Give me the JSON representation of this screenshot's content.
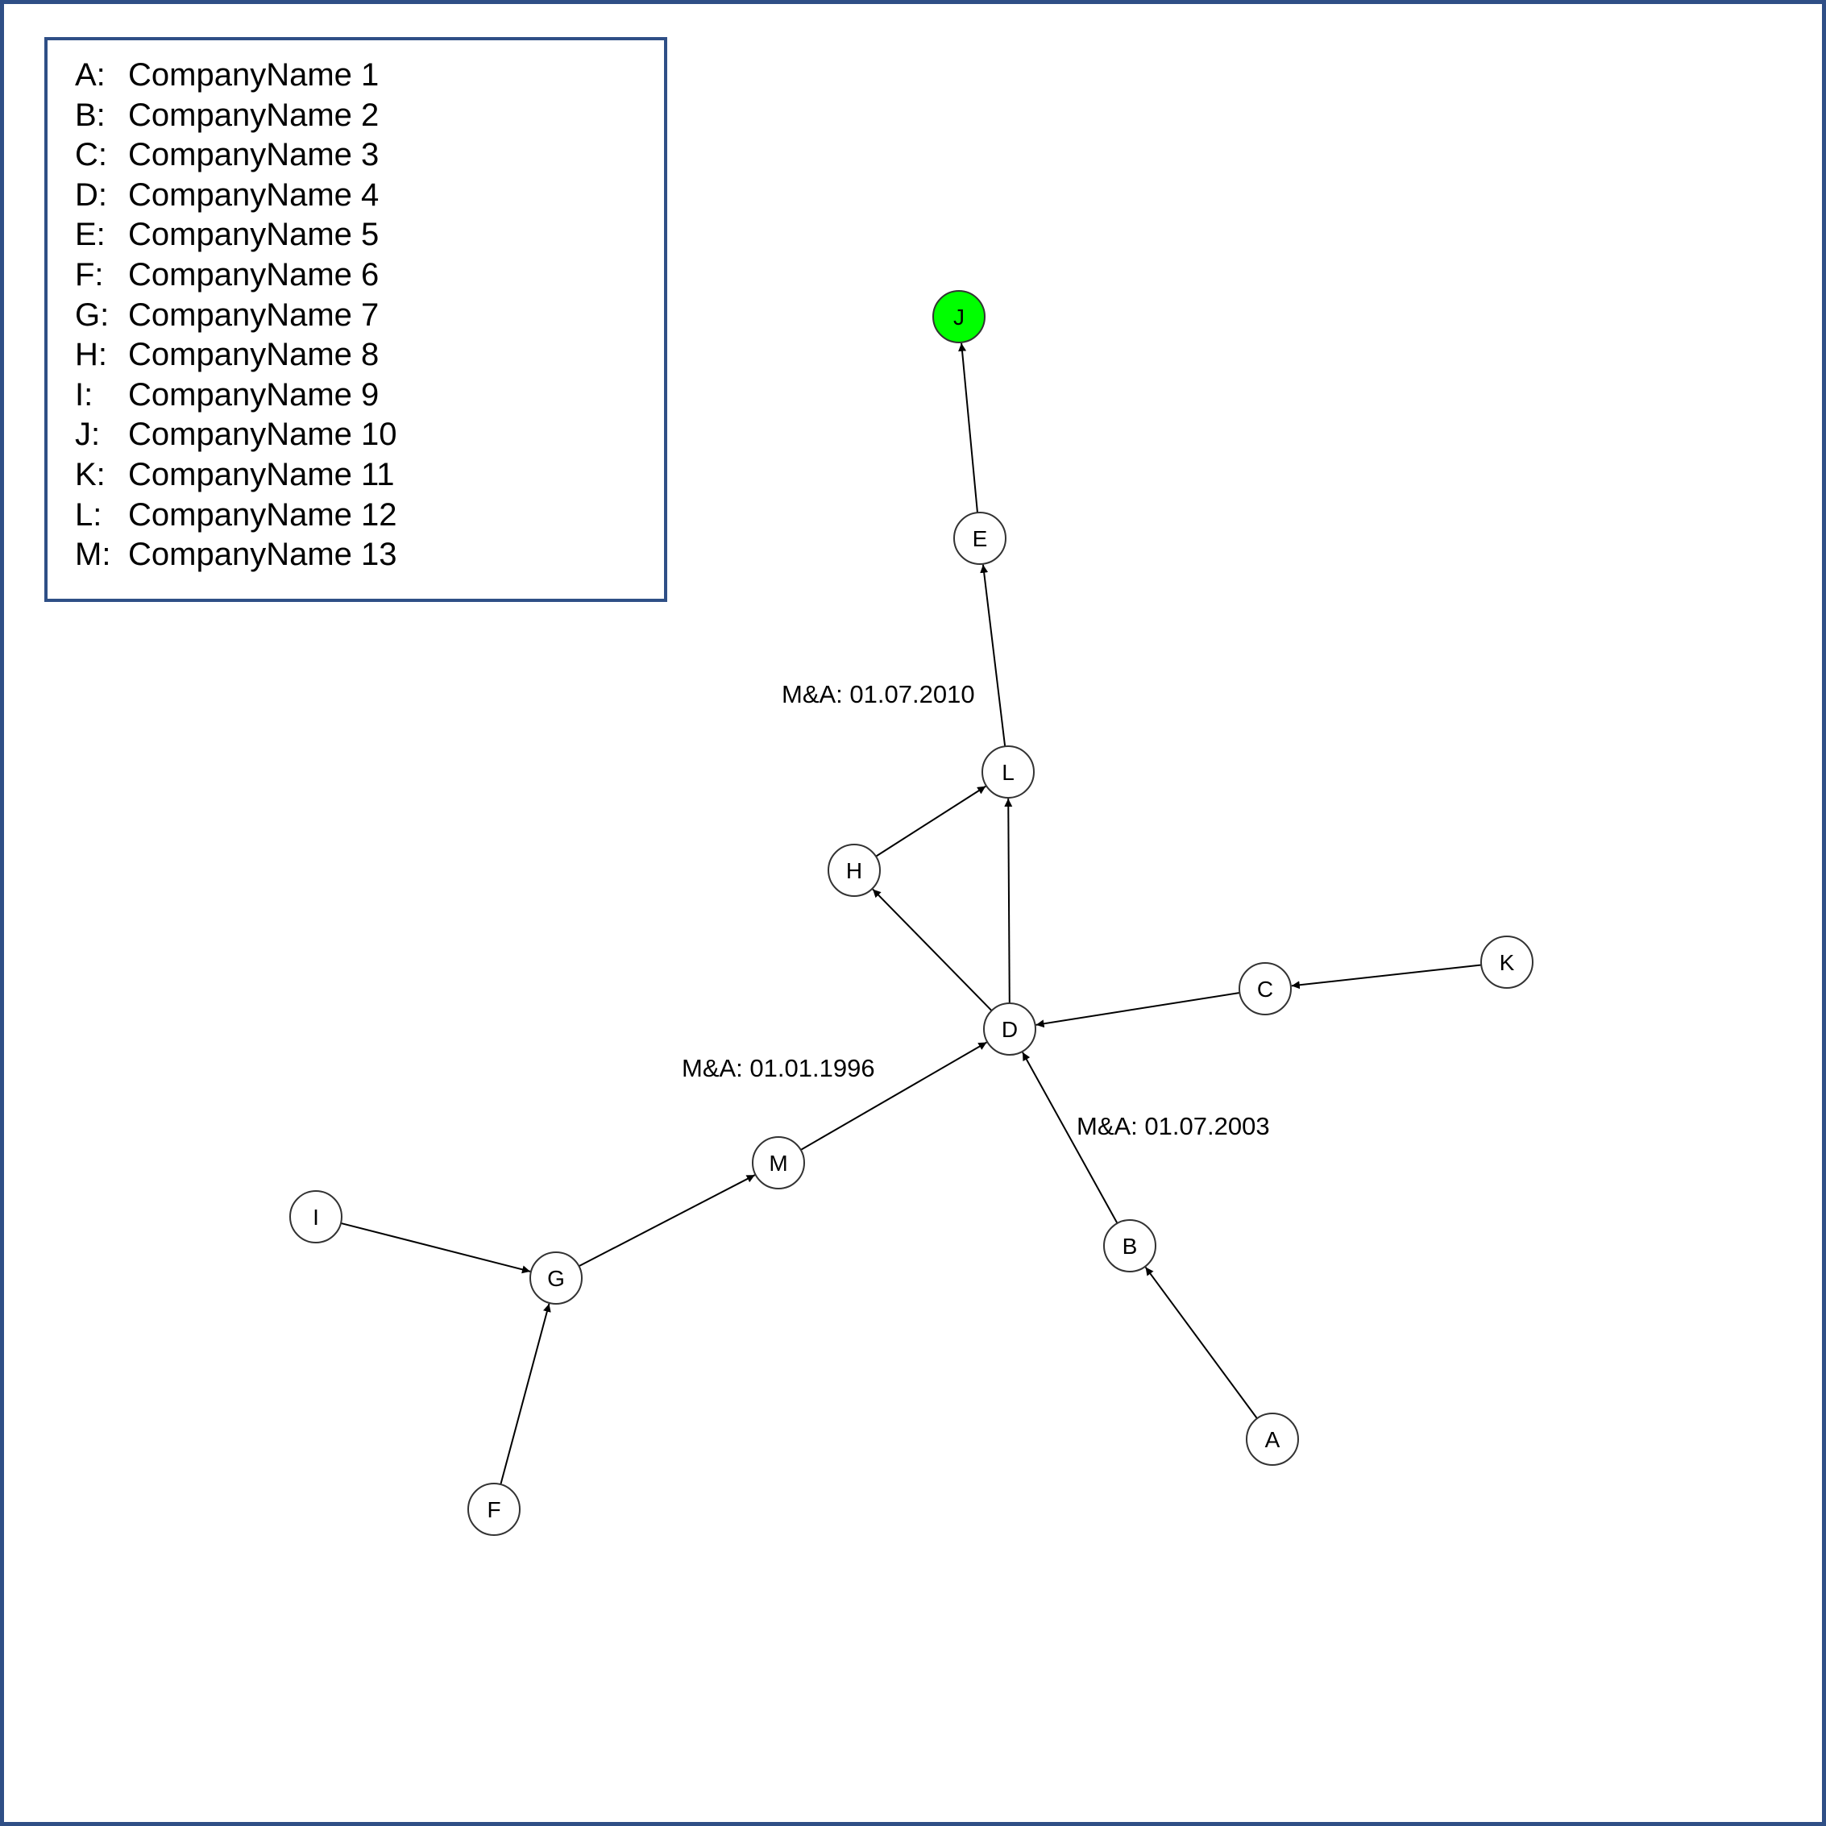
{
  "legend": {
    "items": [
      {
        "key": "A:",
        "name": "CompanyName 1"
      },
      {
        "key": "B:",
        "name": "CompanyName 2"
      },
      {
        "key": "C:",
        "name": "CompanyName 3"
      },
      {
        "key": "D:",
        "name": "CompanyName 4"
      },
      {
        "key": "E:",
        "name": "CompanyName 5"
      },
      {
        "key": "F:",
        "name": "CompanyName 6"
      },
      {
        "key": "G:",
        "name": "CompanyName 7"
      },
      {
        "key": "H:",
        "name": "CompanyName 8"
      },
      {
        "key": "I:",
        "name": "CompanyName 9"
      },
      {
        "key": "J:",
        "name": "CompanyName 10"
      },
      {
        "key": "K:",
        "name": "CompanyName 11"
      },
      {
        "key": "L:",
        "name": "CompanyName 12"
      },
      {
        "key": "M:",
        "name": "CompanyName 13"
      }
    ]
  },
  "graph": {
    "highlight_color": "#00ff00",
    "nodes": [
      {
        "id": "J",
        "label": "J",
        "highlight": true
      },
      {
        "id": "E",
        "label": "E"
      },
      {
        "id": "L",
        "label": "L"
      },
      {
        "id": "H",
        "label": "H"
      },
      {
        "id": "D",
        "label": "D"
      },
      {
        "id": "C",
        "label": "C"
      },
      {
        "id": "K",
        "label": "K"
      },
      {
        "id": "M",
        "label": "M"
      },
      {
        "id": "B",
        "label": "B"
      },
      {
        "id": "I",
        "label": "I"
      },
      {
        "id": "G",
        "label": "G"
      },
      {
        "id": "F",
        "label": "F"
      },
      {
        "id": "A",
        "label": "A"
      }
    ],
    "edges": [
      {
        "from": "E",
        "to": "J"
      },
      {
        "from": "L",
        "to": "E",
        "label": "M&A: 01.07.2010"
      },
      {
        "from": "H",
        "to": "L"
      },
      {
        "from": "D",
        "to": "L"
      },
      {
        "from": "D",
        "to": "H"
      },
      {
        "from": "C",
        "to": "D"
      },
      {
        "from": "K",
        "to": "C"
      },
      {
        "from": "M",
        "to": "D",
        "label": "M&A: 01.01.1996"
      },
      {
        "from": "B",
        "to": "D",
        "label": "M&A: 01.07.2003"
      },
      {
        "from": "A",
        "to": "B"
      },
      {
        "from": "G",
        "to": "M"
      },
      {
        "from": "I",
        "to": "G"
      },
      {
        "from": "F",
        "to": "G"
      }
    ]
  }
}
